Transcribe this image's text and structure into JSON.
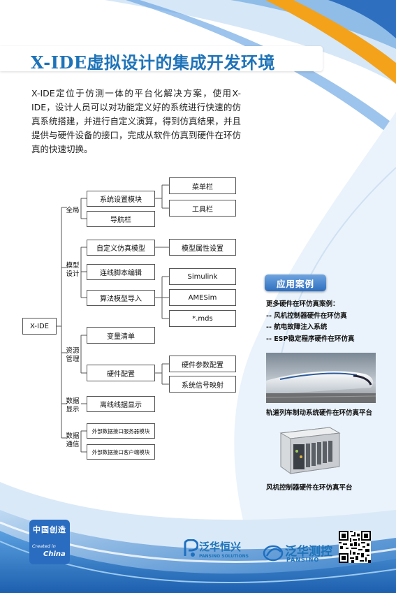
{
  "title": "X-IDE虚拟设计的集成开发环境",
  "intro": "X-IDE定位于仿测一体的平台化解决方案，使用X-IDE，设计人员可以对功能定义好的系统进行快速的仿真系统搭建，并进行自定义演算，得到仿真结果，并且提供与硬件设备的接口，完成从软件仿真到硬件在环仿真的快速切换。",
  "tree": {
    "root": "X-IDE",
    "groups": {
      "global": "全局",
      "model_design": "模型设计",
      "resource_mgmt": "资源管理",
      "data_display": "数据显示",
      "data_comm": "数据通信"
    },
    "items": {
      "system_settings": "系统设置模块",
      "navbar": "导航栏",
      "menubar": "菜单栏",
      "toolbar": "工具栏",
      "custom_model": "自定义仿真模型",
      "model_props": "模型属性设置",
      "script_edit": "连线脚本编辑",
      "algo_import": "算法模型导入",
      "simulink": "Simulink",
      "amesim": "AMESim",
      "mds": "*.mds",
      "var_list": "变量清单",
      "hw_config": "硬件配置",
      "hw_params": "硬件参数配置",
      "sys_signal": "系统信号映射",
      "offline_display": "离线线据显示",
      "ext_server": "外部数据接口服务器模块",
      "ext_client": "外部数据接口客户端模块"
    }
  },
  "cases": {
    "badge": "应用案例",
    "heading": "更多硬件在环仿真案例：",
    "items": [
      "-- 风机控制器硬件在环仿真",
      "-- 航电故障注入系统",
      "-- ESP稳定程序硬件在环仿真"
    ],
    "caption1": "轨道列车制动系统硬件在环仿真平台",
    "caption2": "风机控制器硬件在环仿真平台"
  },
  "footer": {
    "china_chars": "中国创造",
    "created_in": "Created in",
    "china": "China",
    "logo1_cn": "泛华恒兴",
    "logo1_en": "PANSINO SOLUTIONS",
    "logo2_cn": "泛华测控",
    "logo2_en": "PANSINO"
  },
  "colors": {
    "title_blue": "#1e73b8",
    "accent_orange": "#f3a21a",
    "badge_blue": "#3a78c4"
  }
}
